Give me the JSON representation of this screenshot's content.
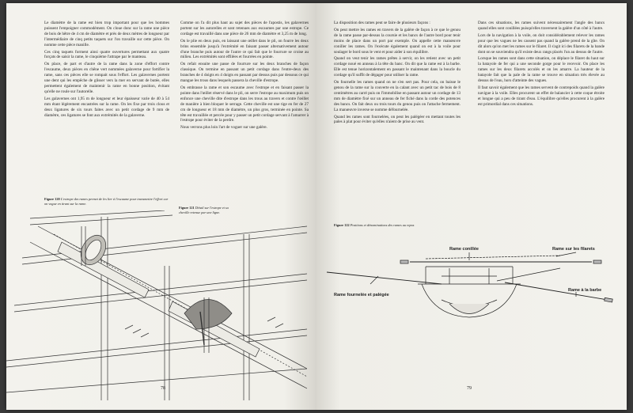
{
  "left_page": {
    "col1": [
      "Le diamètre de la rame est bien trop important pour que les hommes puissent l'empoigner commodément. On cloue donc sur la rame une pièce de bois de hêtre de 4 cm de diamètre et près de deux mètres de longueur par l'intermédiaire de cinq petits taquets sur l'on travaille sur cette pièce. On nomme cette pièce manille.",
      "Ces cinq taquets forment ainsi quatre ouvertures permettant aux quatre forçats de saisir la rame, le cinquième l'attrape par le manteau.",
      "On place, de part et d'autre de la rame dans la zone d'effort contre l'escaume, deux pièces en chêne vert nommées galaverne pour fortifier la rame, sans ces pièces elle se rompait sous l'effort. Les galavernes portent une dent qui les empêche de glisser vers la mer en servant de butée, elles permettent également de maintenir la rame en bonne position, évitant qu'elle ne roule sur l'autorelle.",
      "Les galavernes ont 1,95 m de longueur et leur épaisseur varie de 40 à 54 mm étant légèrement encastrées sur la rame. On les fixe par trois clous et deux ligatures de six tours faites avec un petit cordage de 9 mm de diamètre, ces ligatures se font aux extrémités de la galaverne."
    ],
    "col2": [
      "Comme on l'a dit plus haut au sujet des pièces de l'apostis, les galavernes portent sur les autorelles et sont retenues aux escaumes par une estrope. Ce cordage est travaillé dans une pièce de 26 mm de diamètre et 3,25 m de long.",
      "On le plie en deux puis, en laissant une œillet dans le pli, on fourre les deux brins ensemble jusqu'à l'extrémité en faisant passer alternativement autour d'une branche puis autour de l'autre ce qui fait que le fourrure se croise au milieu. Les extrémités sont effilées et fourrées en pointe.",
      "On refait ensuite une passe de fourrure sur les deux branches de façon classique. On termine en passant un petit cordage dans l'entre-deux des branches de 4 doigts en 4 doigts en passant par dessus puis par dessous ce qui mangue les trous dans lesquels passera la cheville d'estrope.",
      "On embrasse la rame et son escaume avec l'estrope et en faisant passer la pointe dans l'œillet réservé dans le pli, on serre l'estrope au maximum puis on enfonce une cheville dite d'estrope dans les trous au travers et contre l'œillet de manière à bien bloquer le serrage. Cette cheville est une tige en fer de 27 cm de longueur et 18 mm de diamètre, un plus gros, terminée en pointe. Sa tête est travaillée et percée pour y passer un petit cordage servant à l'amarrer à l'estrope pour éviter de la perdre.",
      "Nous verrons plus loin l'art de voguer sur une galère."
    ],
    "fig120_label": "Figure 120",
    "fig120_caption": "L'estrope des rames permet de les lier à l'escaume pour transmettre l'effort car on vogue en tirant sur la rame.",
    "fig121_label": "Figure 121",
    "fig121_caption": "Détail sur l'estrope et sa cheville retenue par une ligne.",
    "page_number": "78"
  },
  "right_page": {
    "col1": [
      "La disposition des rames peut se faire de plusieurs façons :",
      "On peut mettre les rames en travers de la galère de façon à ce que le genou de la rame passe par-dessus la coursie et les bancs de l'autre bord pour tenir moins de place dans un port par exemple. On appelle cette manœuvre coniller les rames. On l'exécute également quand on est à la voile pour soulager le bord sous le vent et pour aider à son équilibre.",
      "Quand on veut tenir les rames prêtes à servir, on les retient avec un petit cordage noué en anneau à la tête du banc. On dit que la rame est à la barbe. Elle est tenue horizontalement en passant le maintenant dans la boucle du cordage qu'il suffit de dégager pour utiliser la rame.",
      "On fournelle les rames quand on ne s'en sert pas. Pour cela, on baisse le genou de la rame sur la couverte en la calant avec un petit tac de bois de 8 centimètres au carré puis on l'immobilise en passant autour un cordage de 13 mm de diamètre fixé sur un anneau de fer fiché dans la corde des potences des bancs. On fait deux ou trois tours du genou puis on l'attache fermement. La manœuvre inverse se nomme défournelée.",
      "Quand les rames sont fournelées, on peut les palégéer en mettant toutes les pales à plat pour éviter qu'elles n'aient de prise au vent."
    ],
    "col2": [
      "Dans ces situations, les rames suivent nécessairement l'angle des bancs quand elles sont conillées puisqu'elles traversent la galère d'un côté à l'autre.",
      "Lors de la navigation à la voile, on doit considérablement relever les rames pour que les vagues ne les cassent pas quand la galère prend de la gîte. On dit alors qu'on met les rames sur le filaret. Il s'agit ici des filarets de la bande dont on se souviendra qu'il existe deux rangs placés l'un au dessus de l'autre.",
      "Lorsque les rames sont dans cette situation, on déplace le filaret du haut sur la batayole de fer qui a une seconde gorge pour le recevoir. On place les rames sur les deux filarets accolés et on les amarre. La hauteur de la batayole fait que la pale de la rame se trouve en situation très élevée au dessus de l'eau, hors d'atteinte des vagues.",
      "Il faut savoir également que les rames servent de contrepoids quand la galère navigue à la voile. Elles procurent un effet de balancier à cette coque étroite et longue qui a peu de tirant d'eau. L'équilibre qu'elles procurent à la galère est primordial dans ces situations."
    ],
    "fig122_label": "Figure 122",
    "fig122_caption": "Positions et dénominations des rames au repos",
    "labels": {
      "conillee": "Rame conillée",
      "filarets": "Rame sur les filarets",
      "fournelee": "Rame fournelée et palégée",
      "barbe": "Rame à la barbe"
    },
    "page_number": "79"
  }
}
